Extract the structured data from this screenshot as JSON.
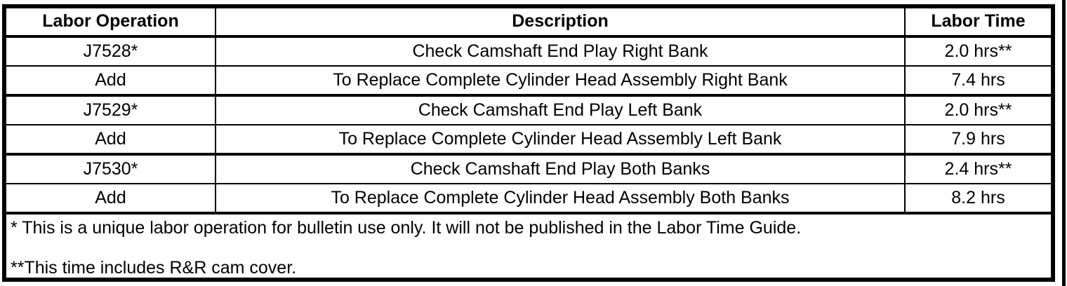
{
  "table": {
    "columns": [
      "Labor Operation",
      "Description",
      "Labor Time"
    ],
    "rows": [
      {
        "labor_operation": "J7528*",
        "description": "Check Camshaft End Play Right Bank",
        "labor_time": "2.0 hrs**"
      },
      {
        "labor_operation": "Add",
        "description": "To Replace Complete Cylinder Head Assembly Right Bank",
        "labor_time": "7.4 hrs"
      },
      {
        "labor_operation": "J7529*",
        "description": "Check Camshaft End Play Left Bank",
        "labor_time": "2.0 hrs**"
      },
      {
        "labor_operation": "Add",
        "description": "To Replace Complete Cylinder Head Assembly Left Bank",
        "labor_time": "7.9 hrs"
      },
      {
        "labor_operation": "J7530*",
        "description": "Check Camshaft End Play Both Banks",
        "labor_time": "2.4 hrs**"
      },
      {
        "labor_operation": "Add",
        "description": "To Replace Complete Cylinder Head Assembly Both Banks",
        "labor_time": "8.2 hrs"
      }
    ],
    "footnotes": [
      "* This is a unique labor operation for bulletin use only. It will not be published in the Labor Time Guide.",
      "**This time includes R&R cam cover."
    ]
  },
  "colors": {
    "border": "#000000",
    "background": "#ffffff",
    "text": "#000000"
  }
}
